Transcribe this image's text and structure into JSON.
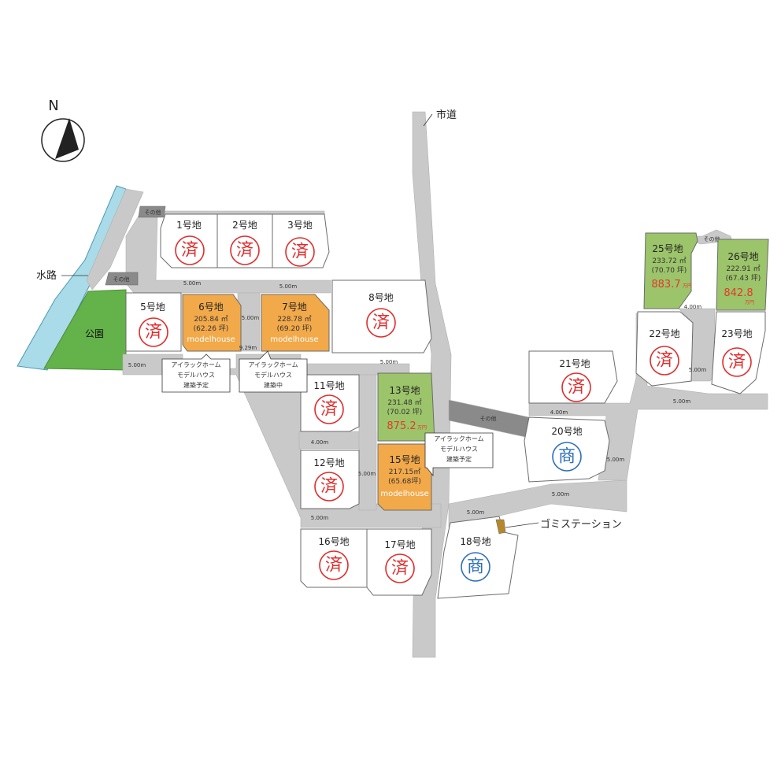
{
  "compass": {
    "letter": "N"
  },
  "labels": {
    "city_road": "市道",
    "waterway": "水路",
    "park": "公園",
    "garbage_station": "ゴミステーション",
    "other": "その他"
  },
  "roads": {
    "w1": "5.00m",
    "w2": "5.00m",
    "w3": "5.00m",
    "w4": "9.29m",
    "w5": "5.00m",
    "w6": "5.00m",
    "w7": "4.00m",
    "w8": "5.00m",
    "w9": "5.00m",
    "w10": "5.00m",
    "w11": "5.00m",
    "w12": "4.00m",
    "w13": "5.00m",
    "w14": "4.00m",
    "w15": "5.00m",
    "w16": "5.00m"
  },
  "lots": {
    "l1": "1号地",
    "l2": "2号地",
    "l3": "3号地",
    "l5": "5号地",
    "l6": "6号地",
    "l6_area": "205.84 ㎡",
    "l6_tsubo": "(62.26 坪)",
    "l7": "7号地",
    "l7_area": "228.78 ㎡",
    "l7_tsubo": "(69.20 坪)",
    "l8": "8号地",
    "l11": "11号地",
    "l12": "12号地",
    "l13": "13号地",
    "l13_area": "231.48 ㎡",
    "l13_tsubo": "(70.02 坪)",
    "l13_price": "875.2",
    "l13_unit": "万円",
    "l15": "15号地",
    "l15_area": "217.15㎡",
    "l15_tsubo": "(65.68坪)",
    "l16": "16号地",
    "l17": "17号地",
    "l18": "18号地",
    "l20": "20号地",
    "l21": "21号地",
    "l22": "22号地",
    "l23": "23号地",
    "l25": "25号地",
    "l25_area": "233.72 ㎡",
    "l25_tsubo": "(70.70 坪)",
    "l25_price": "883.7",
    "l25_unit": "万円",
    "l26": "26号地",
    "l26_area": "222.91 ㎡",
    "l26_tsubo": "(67.43 坪)",
    "l26_price": "842.8",
    "l26_unit": "万円"
  },
  "marks": {
    "sold": "済",
    "commercial": "商",
    "modelhouse": "modelhouse"
  },
  "callouts": {
    "c1_l1": "アイラックホーム",
    "c1_l2": "モデルハウス",
    "c1_l3": "建築予定",
    "c2_l1": "アイラックホーム",
    "c2_l2": "モデルハウス",
    "c2_l3": "建築中",
    "c3_l1": "アイラックホーム",
    "c3_l2": "モデルハウス",
    "c3_l3": "建築予定"
  },
  "colors": {
    "sold": "#e02c2c",
    "commercial": "#2c6fb8",
    "available": "#9cc46a",
    "modelhouse": "#f2a94a",
    "park": "#64b24a"
  }
}
